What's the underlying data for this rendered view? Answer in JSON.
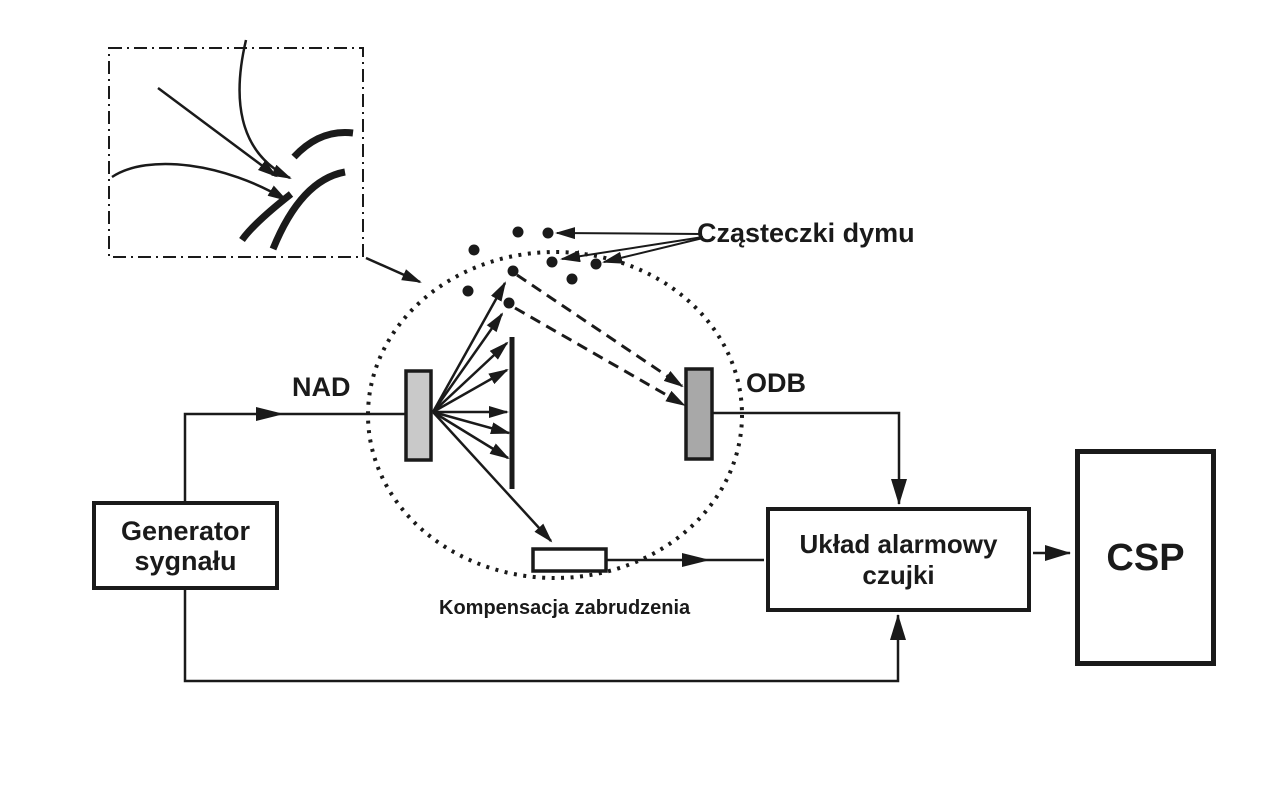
{
  "diagram": {
    "labels": {
      "smoke_particles": "Cząsteczki dymu",
      "emitter": "NAD",
      "receiver": "ODB",
      "compensation": "Kompensacja zabrudzenia"
    },
    "boxes": {
      "generator": {
        "line1": "Generator",
        "line2": "sygnału"
      },
      "alarm": {
        "line1": "Układ alarmowy",
        "line2": "czujki"
      },
      "csp": {
        "label": "CSP"
      }
    },
    "colors": {
      "line": "#1a1a1a",
      "emitter_fill": "#c9c9c9",
      "receiver_fill": "#a8a8a8",
      "compensation_fill": "#ffffff",
      "background": "#ffffff"
    }
  }
}
